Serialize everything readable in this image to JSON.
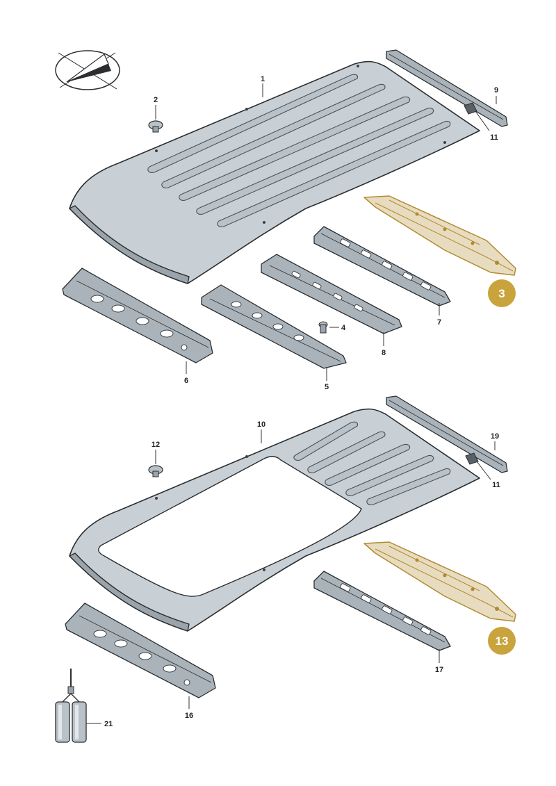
{
  "diagram": {
    "callouts": {
      "p1": "1",
      "p2": "2",
      "p4": "4",
      "p5": "5",
      "p6": "6",
      "p7": "7",
      "p8": "8",
      "p9": "9",
      "p11a": "11",
      "p10": "10",
      "p11b": "11",
      "p12": "12",
      "p16": "16",
      "p17": "17",
      "p19": "19",
      "p21": "21"
    },
    "badges": {
      "b3": "3",
      "b13": "13"
    },
    "colors": {
      "highlight": "#c9a33c",
      "badge": "#c9a33c",
      "panel": "#c9d0d5"
    },
    "icons": [
      "orientation-arrow-icon"
    ]
  }
}
